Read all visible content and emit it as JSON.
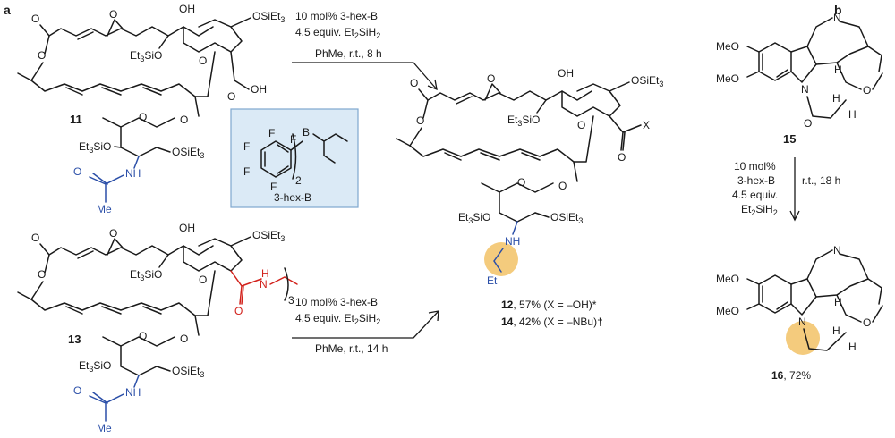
{
  "panels": {
    "a": "a",
    "b": "b"
  },
  "compounds": {
    "c11": "11",
    "c13": "13",
    "c15": "15",
    "c16": "16",
    "c12": "12",
    "c14": "14"
  },
  "yields": {
    "y12": ", 57% (X = –OH)*",
    "y14": ", 42% (X = –NBu)†",
    "y16": ", 72%"
  },
  "conditions_11": {
    "line1": "10 mol% 3-hex-B",
    "line2_pre": "4.5 equiv. Et",
    "line2_sub": "2",
    "line2_post": "SiH",
    "line2_sub2": "2",
    "line3": "PhMe, r.t., 8 h"
  },
  "conditions_13": {
    "line1": "10 mol% 3-hex-B",
    "line2_pre": "4.5 equiv. Et",
    "line2_sub": "2",
    "line2_post": "SiH",
    "line2_sub2": "2",
    "line3": "PhMe, r.t., 14 h"
  },
  "conditions_15": {
    "line1": "10 mol%",
    "line2": "3-hex-B",
    "line3": "4.5 equiv.",
    "line4_pre": "Et",
    "line4_sub": "2",
    "line4_post": "SiH",
    "line4_sub2": "2",
    "time": "r.t., 18 h"
  },
  "catalyst": {
    "name": "3-hex-B",
    "boron": "B",
    "fluorine": "F",
    "count": "2",
    "box_color": "#dbeaf6",
    "box_border": "#7ea7cf"
  },
  "atoms": {
    "OSiEt3_pre": "OSiEt",
    "OSiEt3_sub": "3",
    "Et3SiO_pre": "Et",
    "Et3SiO_sub": "3",
    "Et3SiO_post": "SiO",
    "OH": "OH",
    "O": "O",
    "N": "N",
    "NH": "NH",
    "H": "H",
    "X": "X",
    "Me": "Me",
    "MeO": "MeO",
    "Et": "Et",
    "chain_sub": "3"
  },
  "colors": {
    "highlight": "#f2c266",
    "acetamide_blue": "#2b4fa8",
    "amide_red": "#d2221c"
  }
}
